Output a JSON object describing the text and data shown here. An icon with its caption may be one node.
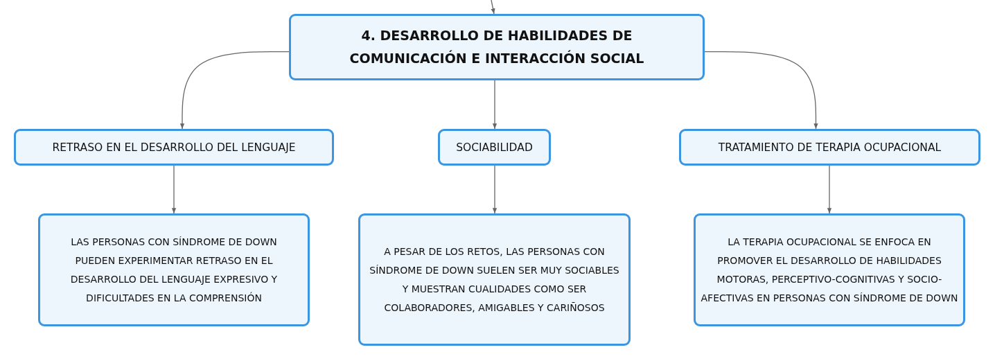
{
  "diagram": {
    "nodes": [
      {
        "text": [
          "4. DESARROLLO DE HABILIDADES DE COMUNICACIÓN E INTERACCIÓN SOCIAL"
        ]
      },
      {
        "text": [
          "RETRASO EN EL DESARROLLO DEL LENGUAJE"
        ]
      },
      {
        "text": [
          "SOCIABILIDAD"
        ]
      },
      {
        "text": [
          "TRATAMIENTO DE TERAPIA OCUPACIONAL"
        ]
      },
      {
        "text": [
          "LAS PERSONAS CON SÍNDROME DE DOWN PUEDEN EXPERIMENTAR RETRASO EN EL DESARROLLO DEL LENGUAJE EXPRESIVO Y DIFICULTADES EN LA COMPRENSIÓN"
        ]
      },
      {
        "text": [
          "A PESAR DE LOS RETOS, LAS PERSONAS CON SÍNDROME DE DOWN SUELEN SER MUY SOCIABLES Y MUESTRAN CUALIDADES COMO SER COLABORADORES, AMIGABLES Y CARIÑOSOS"
        ]
      },
      {
        "text": [
          "LA TERAPIA OCUPACIONAL SE ENFOCA EN PROMOVER EL DESARROLLO DE HABILIDADES MOTORAS, PERCEPTIVO-COGNITIVAS Y SOCIO-AFECTIVAS EN PERSONAS CON SÍNDROME DE DOWN"
        ]
      }
    ],
    "edges": [
      {
        "from": null,
        "to": 0,
        "arrow": "to"
      },
      {
        "from": 0,
        "to": 1,
        "arrow": "to"
      },
      {
        "from": 0,
        "to": 2,
        "arrow": "to"
      },
      {
        "from": 0,
        "to": 3,
        "arrow": "to"
      },
      {
        "from": 1,
        "to": 4,
        "arrow": "to"
      },
      {
        "from": 2,
        "to": 5,
        "arrow": "to"
      },
      {
        "from": 3,
        "to": 6,
        "arrow": "to"
      }
    ]
  }
}
